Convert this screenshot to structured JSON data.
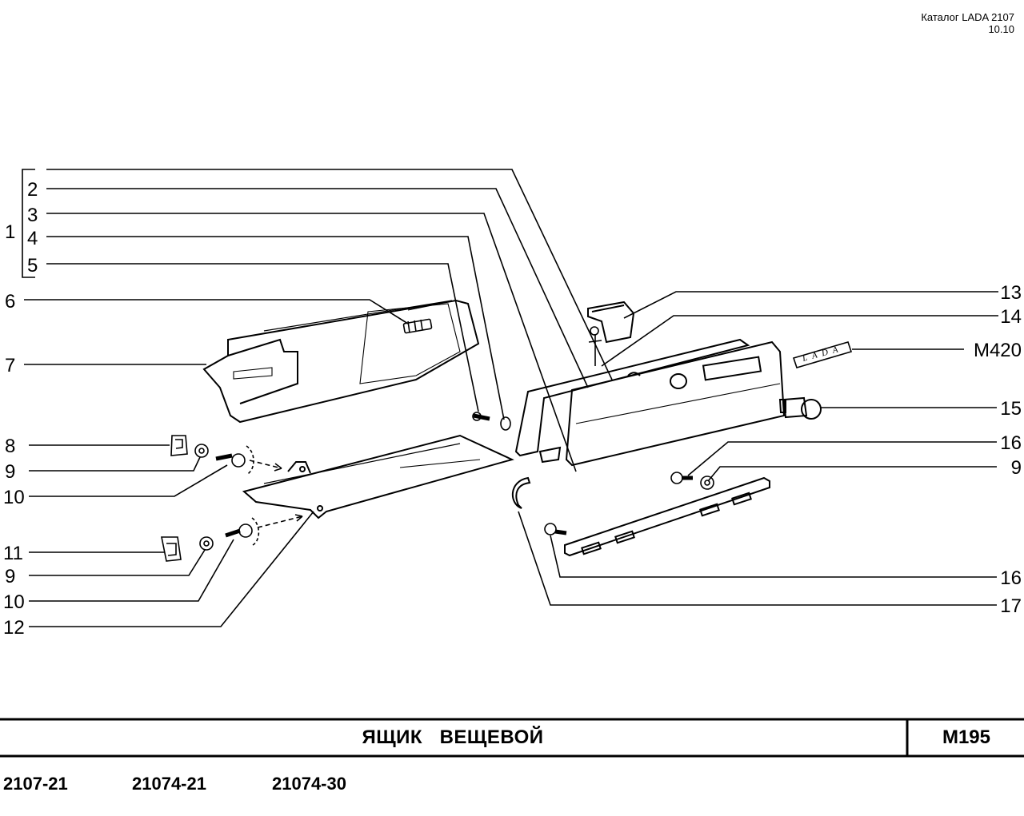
{
  "header": {
    "catalog": "Каталог LADA 2107",
    "version": "10.10"
  },
  "labels": {
    "n1": "1",
    "n2": "2",
    "n3": "3",
    "n4": "4",
    "n5": "5",
    "n6": "6",
    "n7": "7",
    "n8": "8",
    "n9a": "9",
    "n10a": "10",
    "n11": "11",
    "n9b": "9",
    "n10b": "10",
    "n12": "12",
    "n13": "13",
    "n14": "14",
    "m420": "M420",
    "n15": "15",
    "n16a": "16",
    "n9c": "9",
    "n16b": "16",
    "n17": "17"
  },
  "footer": {
    "title": "ЯЩИК   ВЕЩЕВОЙ",
    "code": "M195",
    "models": [
      "2107-21",
      "21074-21",
      "21074-30"
    ]
  },
  "emblem": "LADA"
}
